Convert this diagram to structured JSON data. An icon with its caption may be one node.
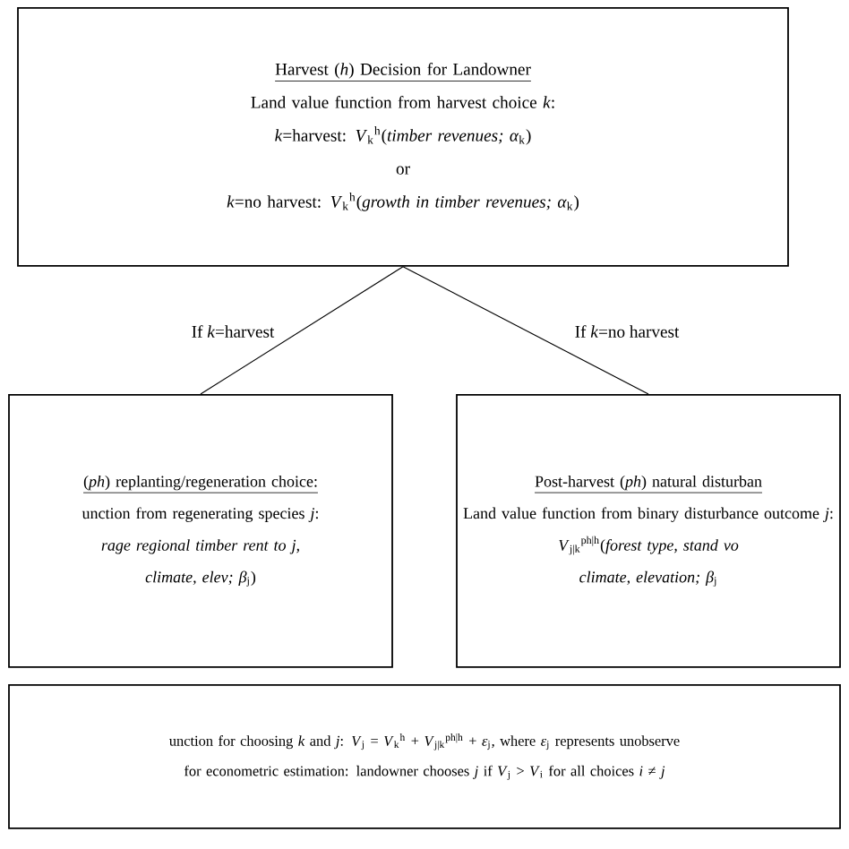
{
  "diagram": {
    "nodes": [
      {
        "text": [
          "Harvest (*h*) Decision for Landowner",
          "Land value function from harvest choice *k*:",
          "*k*=harvest: *V*$_{k}$$^{h}$(*timber revenues;  α*$_{k}$)",
          "or",
          "*k*=no harvest: *V*$_{k}$$^{h}$(*growth in timber revenues;  α*$_{k}$)"
        ]
      },
      {
        "text": [
          "(*ph*) replanting/regeneration choice:",
          "unction from regenerating species *j*:",
          "*rage regional timber rent to j,*",
          "*climate, elev;  β*$_{j}$)"
        ]
      },
      {
        "text": [
          "Post-harvest (*ph*) natural disturban",
          "Land value function from binary disturbance outcome *j*:",
          "*V*$_{j|k}$$^{ph|h}$(*forest type, stand vo*",
          "*climate, elevation;  β*$_{j}$"
        ]
      },
      {
        "text": [
          "unction for choosing *k* and *j*: *V*$_{j}$ = *V*$_{k}$$^{h}$ + *V*$_{j|k}$$^{ph|h}$ + *ε*$_{j}$, where *ε*$_{j}$ represents unobserve",
          "for econometric estimation: landowner chooses *j* if *V*$_{j}$ > *V*$_{i}$ for all choices *i* ≠ *j*"
        ]
      }
    ],
    "edges": [
      {
        "from": 0,
        "to": 1,
        "arrow": "none",
        "label": "If *k*=harvest"
      },
      {
        "from": 0,
        "to": 2,
        "arrow": "none",
        "label": "If *k*=no harvest"
      }
    ]
  }
}
